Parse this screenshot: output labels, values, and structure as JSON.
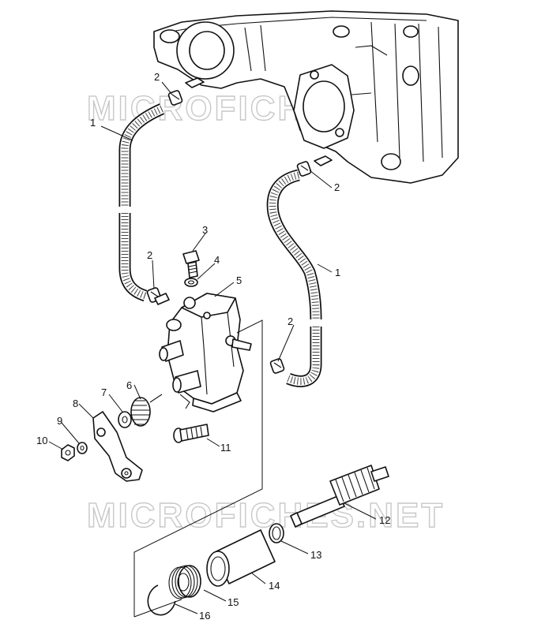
{
  "watermark": {
    "text": "MICROFICHES.NET"
  },
  "callouts": [
    {
      "id": "c1a",
      "text": "1"
    },
    {
      "id": "c1b",
      "text": "1"
    },
    {
      "id": "c2a",
      "text": "2"
    },
    {
      "id": "c2b",
      "text": "2"
    },
    {
      "id": "c2c",
      "text": "2"
    },
    {
      "id": "c2d",
      "text": "2"
    },
    {
      "id": "c3",
      "text": "3"
    },
    {
      "id": "c4",
      "text": "4"
    },
    {
      "id": "c5",
      "text": "5"
    },
    {
      "id": "c6",
      "text": "6"
    },
    {
      "id": "c7",
      "text": "7"
    },
    {
      "id": "c8",
      "text": "8"
    },
    {
      "id": "c9",
      "text": "9"
    },
    {
      "id": "c10",
      "text": "10"
    },
    {
      "id": "c11",
      "text": "11"
    },
    {
      "id": "c12",
      "text": "12"
    },
    {
      "id": "c13",
      "text": "13"
    },
    {
      "id": "c14",
      "text": "14"
    },
    {
      "id": "c15",
      "text": "15"
    },
    {
      "id": "c16",
      "text": "16"
    }
  ]
}
